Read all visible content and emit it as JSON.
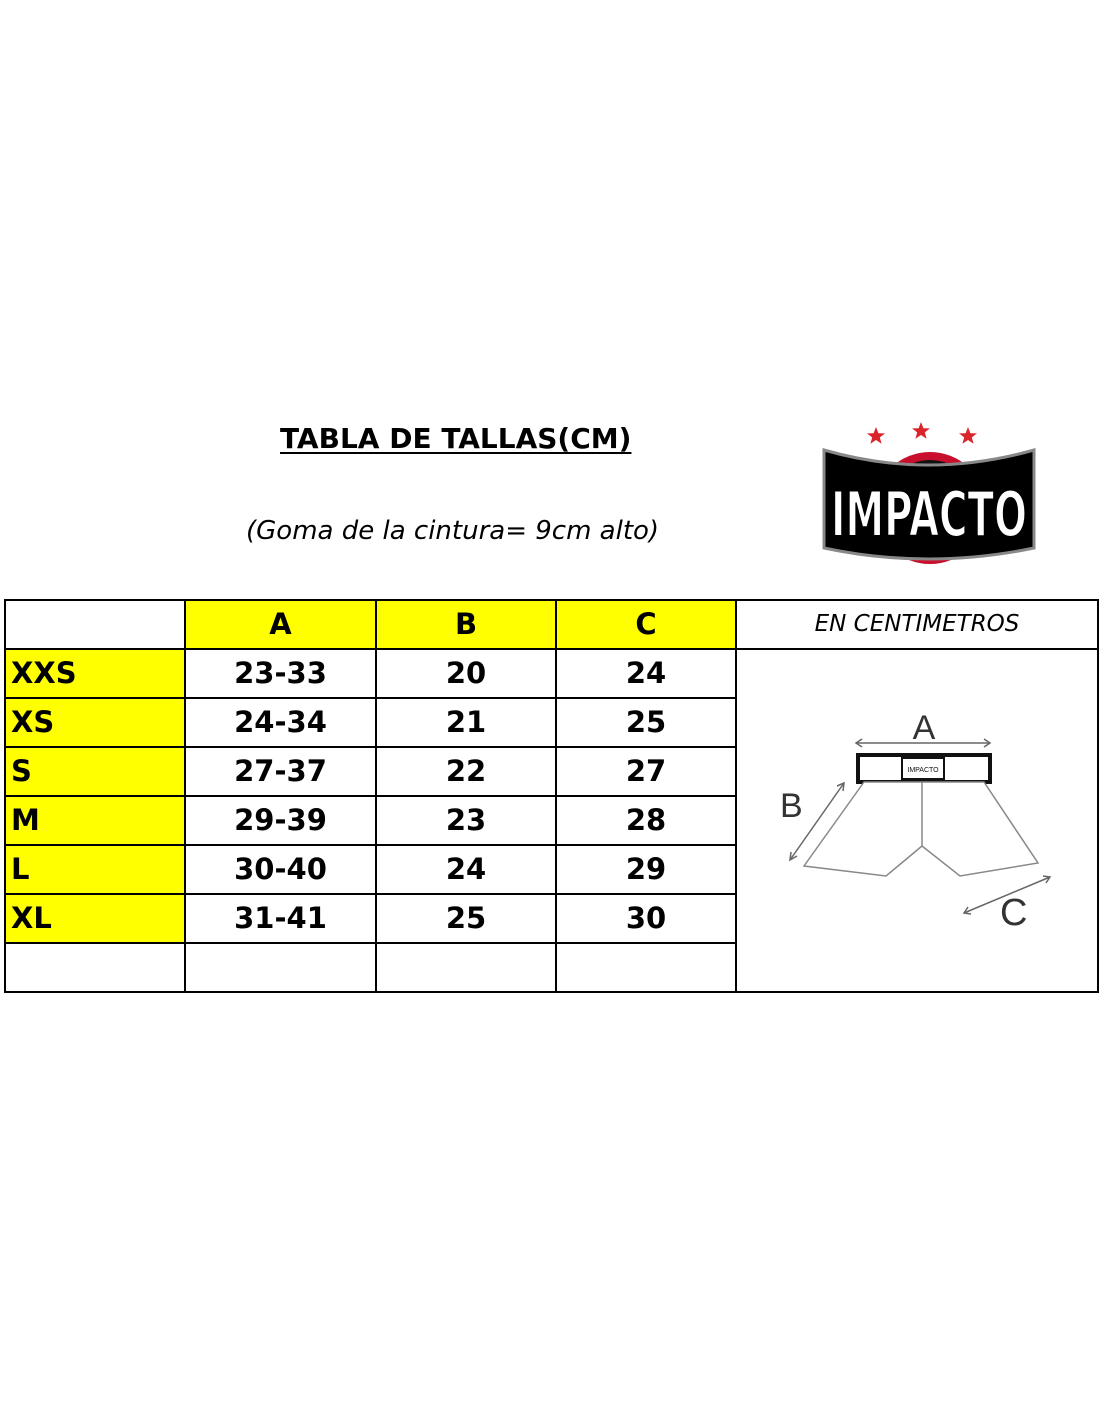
{
  "header": {
    "title": "TABLA DE TALLAS(CM)",
    "subtitle": "(Goma de la cintura= 9cm alto)"
  },
  "logo": {
    "text": "IMPACTO",
    "stars": 3,
    "colors": {
      "star": "#d9252a",
      "ring": "#c8102e",
      "letters": "#ffffff",
      "outline": "#000000"
    }
  },
  "table": {
    "columns": [
      "A",
      "B",
      "C"
    ],
    "unit_note": "EN CENTIMETROS",
    "rows": [
      {
        "size": "XXS",
        "A": "23-33",
        "B": "20",
        "C": "24"
      },
      {
        "size": "XS",
        "A": "24-34",
        "B": "21",
        "C": "25"
      },
      {
        "size": "S",
        "A": "27-37",
        "B": "22",
        "C": "27"
      },
      {
        "size": "M",
        "A": "29-39",
        "B": "23",
        "C": "28"
      },
      {
        "size": "L",
        "A": "30-40",
        "B": "24",
        "C": "29"
      },
      {
        "size": "XL",
        "A": "31-41",
        "B": "25",
        "C": "30"
      }
    ],
    "highlight_color": "#ffff00"
  },
  "diagram": {
    "label_a": "A",
    "label_b": "B",
    "label_c": "C",
    "waistband_text": "IMPACTO"
  }
}
